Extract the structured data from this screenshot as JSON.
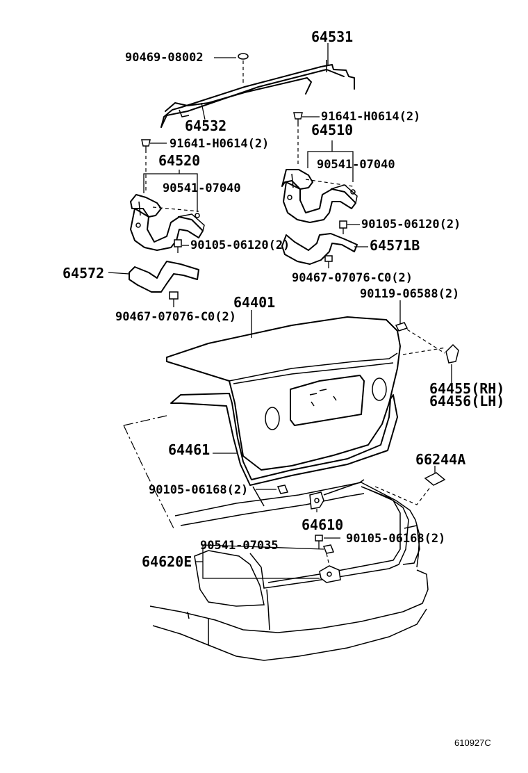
{
  "labels": {
    "p64531": "64531",
    "p90469": "90469-08002",
    "p64532": "64532",
    "p91641_l": "91641-H0614(2)",
    "p91641_r": "91641-H0614(2)",
    "p64520": "64520",
    "p64510": "64510",
    "p90541_l": "90541-07040",
    "p90541_r": "90541-07040",
    "p90105_r": "90105-06120(2)",
    "p90105_l": "90105-06120(2)",
    "p64571B": "64571B",
    "p64572": "64572",
    "p90467_r": "90467-07076-C0(2)",
    "p90467_l": "90467-07076-C0(2)",
    "p90119": "90119-06588(2)",
    "p64401": "64401",
    "p64455": "64455(RH)",
    "p64456": "64456(LH)",
    "p64461": "64461",
    "p66244A": "66244A",
    "p90105_seal": "90105-06168(2)",
    "p64610": "64610",
    "p90541_lock": "90541-07035",
    "p90105_lock": "90105-06168(2)",
    "p64620E": "64620E"
  },
  "diagram_code": "610927C"
}
